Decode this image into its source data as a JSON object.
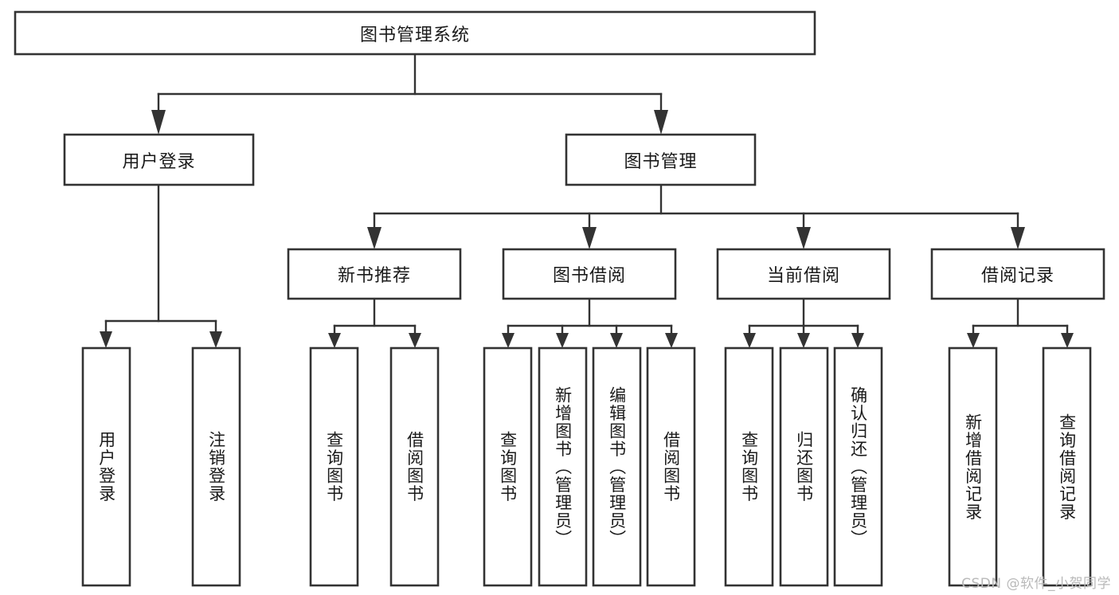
{
  "diagram": {
    "type": "hierarchy-tree",
    "title": "图书管理系统",
    "watermark": "CSDN @软件_小贺同学",
    "colors": {
      "box_stroke": "#333333",
      "box_fill": "#ffffff",
      "text": "#1a1a1a",
      "background": "#ffffff",
      "watermark": "#b9b9b9"
    },
    "levels": [
      {
        "level": 0,
        "nodes": [
          {
            "id": "root",
            "label": "图书管理系统",
            "orientation": "horizontal"
          }
        ]
      },
      {
        "level": 1,
        "nodes": [
          {
            "id": "login",
            "label": "用户登录",
            "orientation": "horizontal",
            "parent": "root"
          },
          {
            "id": "bookmgmt",
            "label": "图书管理",
            "orientation": "horizontal",
            "parent": "root"
          }
        ]
      },
      {
        "level": 2,
        "nodes": [
          {
            "id": "newbook",
            "label": "新书推荐",
            "orientation": "horizontal",
            "parent": "bookmgmt"
          },
          {
            "id": "borrow",
            "label": "图书借阅",
            "orientation": "horizontal",
            "parent": "bookmgmt"
          },
          {
            "id": "current",
            "label": "当前借阅",
            "orientation": "horizontal",
            "parent": "bookmgmt"
          },
          {
            "id": "records",
            "label": "借阅记录",
            "orientation": "horizontal",
            "parent": "bookmgmt"
          }
        ]
      },
      {
        "level": 3,
        "nodes": [
          {
            "id": "leaf-user-login",
            "label": "用户登录",
            "orientation": "vertical",
            "parent": "login"
          },
          {
            "id": "leaf-user-logout",
            "label": "注销登录",
            "orientation": "vertical",
            "parent": "login"
          },
          {
            "id": "leaf-newbook-query",
            "label": "查询图书",
            "orientation": "vertical",
            "parent": "newbook"
          },
          {
            "id": "leaf-newbook-borrow",
            "label": "借阅图书",
            "orientation": "vertical",
            "parent": "newbook"
          },
          {
            "id": "leaf-borrow-query",
            "label": "查询图书",
            "orientation": "vertical",
            "parent": "borrow"
          },
          {
            "id": "leaf-borrow-add",
            "label": "新增图书（管理员）",
            "orientation": "vertical",
            "parent": "borrow"
          },
          {
            "id": "leaf-borrow-edit",
            "label": "编辑图书（管理员）",
            "orientation": "vertical",
            "parent": "borrow"
          },
          {
            "id": "leaf-borrow-lend",
            "label": "借阅图书",
            "orientation": "vertical",
            "parent": "borrow"
          },
          {
            "id": "leaf-current-query",
            "label": "查询图书",
            "orientation": "vertical",
            "parent": "current"
          },
          {
            "id": "leaf-current-return",
            "label": "归还图书",
            "orientation": "vertical",
            "parent": "current"
          },
          {
            "id": "leaf-current-confirm",
            "label": "确认归还（管理员）",
            "orientation": "vertical",
            "parent": "current"
          },
          {
            "id": "leaf-records-add",
            "label": "新增借阅记录",
            "orientation": "vertical",
            "parent": "records"
          },
          {
            "id": "leaf-records-query",
            "label": "查询借阅记录",
            "orientation": "vertical",
            "parent": "records"
          }
        ]
      }
    ]
  }
}
